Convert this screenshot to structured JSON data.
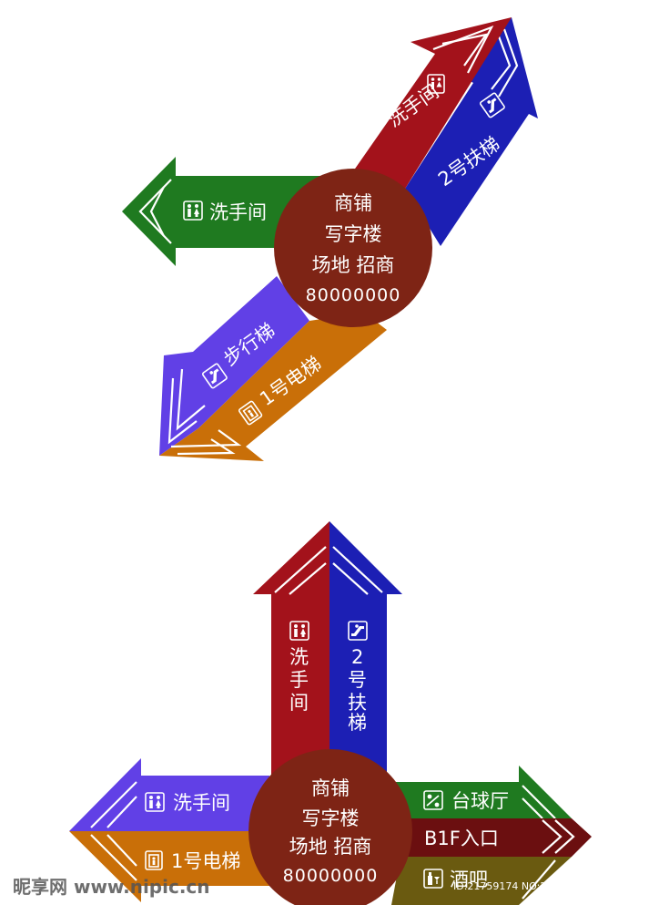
{
  "colors": {
    "red": "#a3121b",
    "blue": "#1c1fb4",
    "green": "#1f7a20",
    "purple": "#6140e6",
    "orange": "#c96f08",
    "circle": "#7e2415",
    "darkred": "#6b0f10",
    "olive": "#6a5a10"
  },
  "top_sign": {
    "arrow_red_label": "洗手间",
    "arrow_blue_label": "2号扶梯",
    "arrow_green_label": "洗手间",
    "arrow_purple_label": "步行梯",
    "arrow_orange_label": "1号电梯",
    "circle": {
      "line1": "商铺",
      "line2": "写字楼",
      "line3": "场地  招商",
      "phone": "80000000"
    }
  },
  "bottom_sign": {
    "arrow_red_label": "洗手间",
    "arrow_blue_label": "2号扶梯",
    "arrow_purple_label": "洗手间",
    "arrow_orange_label": "1号电梯",
    "arrow_green_label": "台球厅",
    "arrow_darkred_label": "B1F入口",
    "arrow_olive_label": "酒吧",
    "circle": {
      "line1": "商铺",
      "line2": "写字楼",
      "line3": "场地  招商",
      "phone": "80000000"
    }
  },
  "icons": {
    "restroom": "restroom-icon",
    "escalator": "escalator-icon",
    "elevator": "elevator-icon",
    "billiards": "billiards-icon",
    "bar": "bar-icon"
  },
  "watermark": {
    "left": "昵享网 www.nipic.cn",
    "right": "ID:21759174 NO:20151020133022335000"
  }
}
